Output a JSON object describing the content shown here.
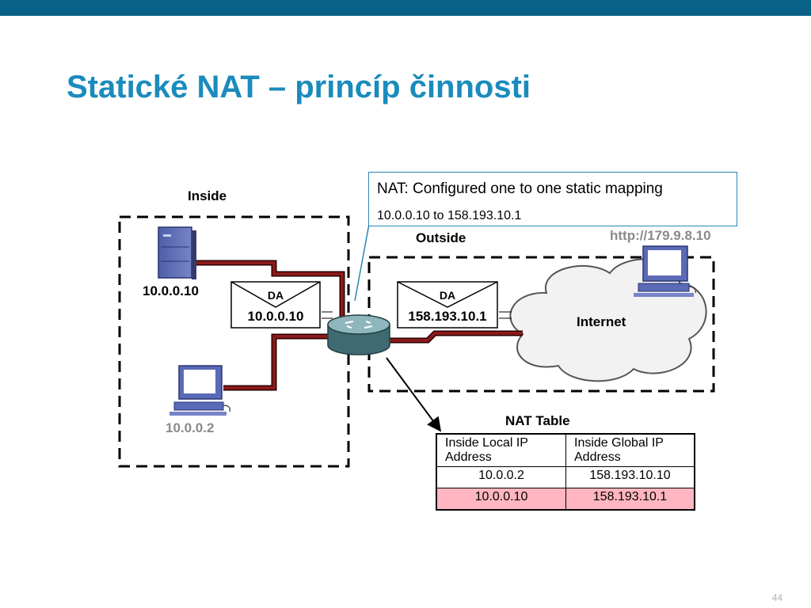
{
  "slide": {
    "title": "Statické NAT – princíp činnosti",
    "page_number": "44"
  },
  "callout": {
    "line1": "NAT: Configured one to one static mapping",
    "line2": "10.0.0.10 to 158.193.10.1"
  },
  "zones": {
    "inside_label": "Inside",
    "outside_label": "Outside"
  },
  "hosts": {
    "server_ip": "10.0.0.10",
    "pc_ip": "10.0.0.2",
    "remote_url": "http://179.9.8.10",
    "internet_label": "Internet"
  },
  "packets": {
    "inside": {
      "header": "DA",
      "address": "10.0.0.10"
    },
    "outside": {
      "header": "DA",
      "address": "158.193.10.1"
    }
  },
  "nat_table": {
    "title": "NAT Table",
    "headers": [
      "Inside Local IP Address",
      "Inside Global IP Address"
    ],
    "rows": [
      {
        "local": "10.0.0.2",
        "global": "158.193.10.10",
        "highlight": false
      },
      {
        "local": "10.0.0.10",
        "global": "158.193.10.1",
        "highlight": true
      }
    ]
  },
  "colors": {
    "title": "#1a8bbd",
    "topbar": "#0a6187",
    "link": "#8b1a1a",
    "highlight_row": "#ffb6c1",
    "callout_border": "#2a86b3"
  }
}
